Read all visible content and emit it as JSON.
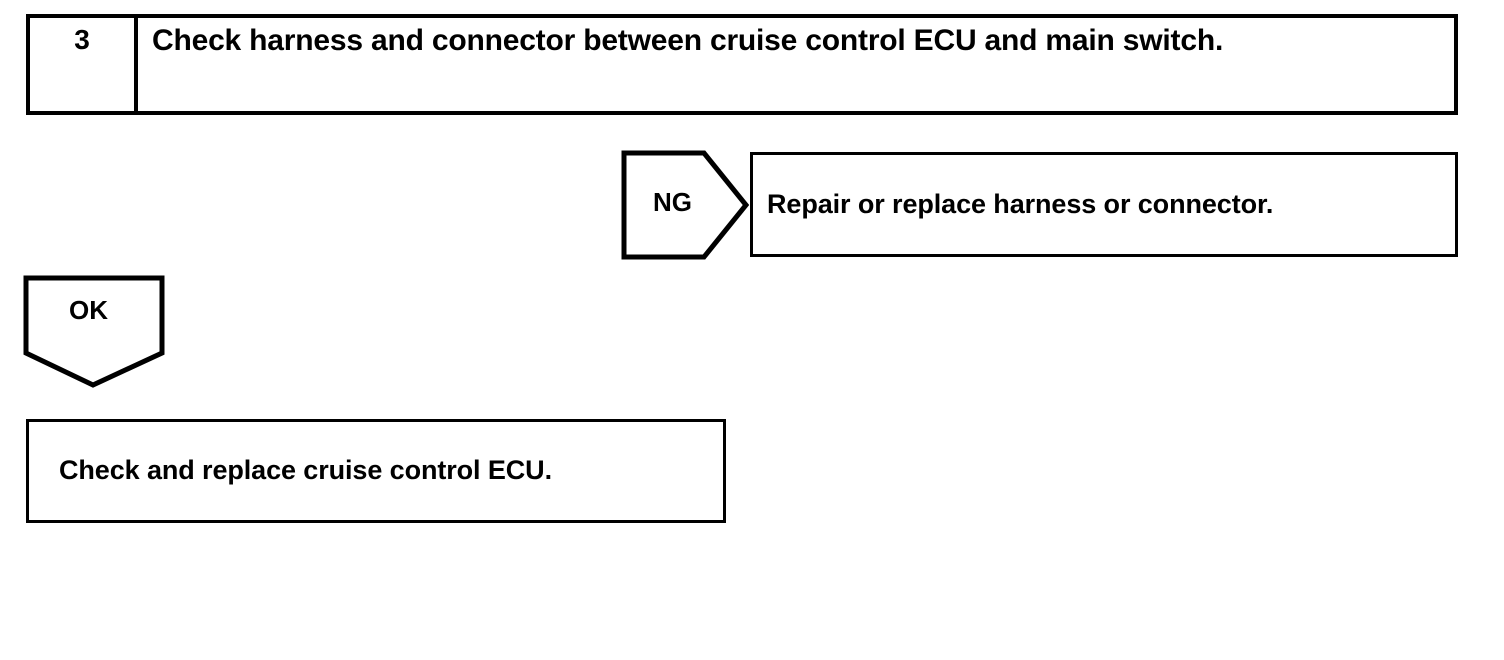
{
  "diagram": {
    "type": "troubleshooting-flowchart",
    "step": {
      "number": "3",
      "instruction": "Check harness and connector between cruise control ECU and main switch."
    },
    "branches": [
      {
        "id": "ng",
        "label": "NG",
        "direction": "right",
        "result": "Repair or replace harness or connector."
      },
      {
        "id": "ok",
        "label": "OK",
        "direction": "down",
        "result": "Check and replace cruise control ECU."
      }
    ],
    "colors": {
      "stroke": "#000000",
      "fill": "#ffffff",
      "text": "#000000"
    }
  }
}
